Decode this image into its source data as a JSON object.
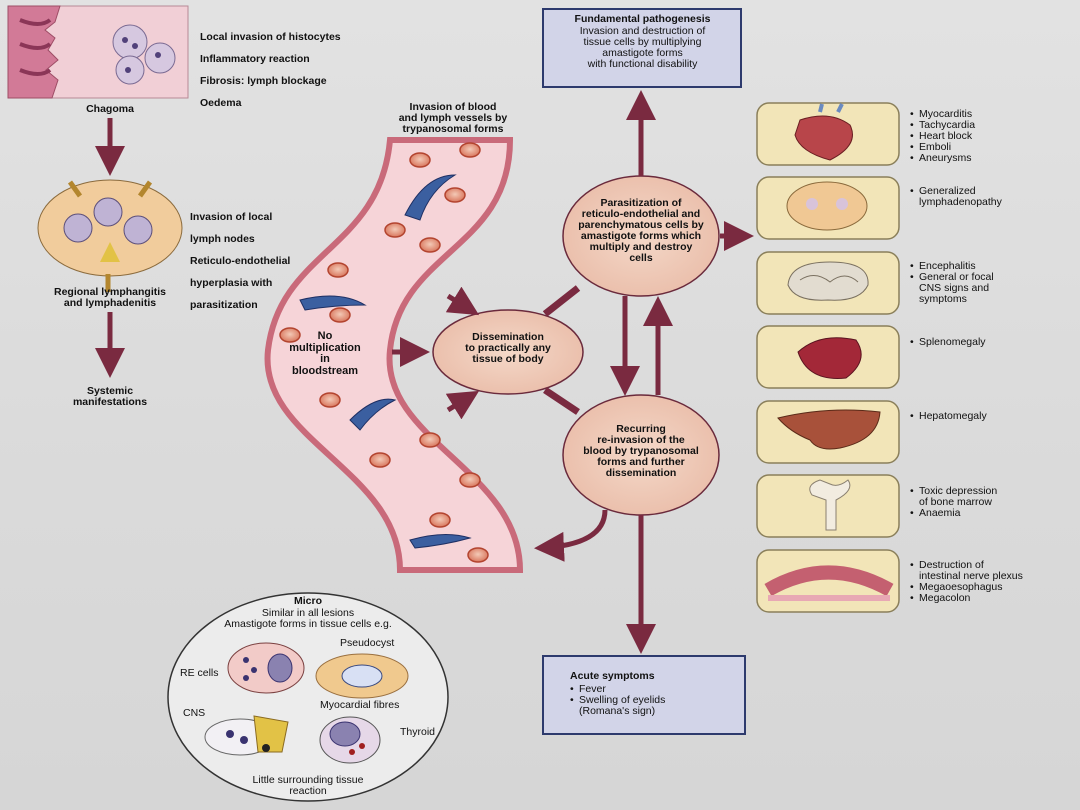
{
  "chagoma": {
    "caption": "Chagoma",
    "lines": [
      "Local invasion of histocytes",
      "Inflammatory reaction",
      "Fibrosis: lymph blockage",
      "Oedema"
    ]
  },
  "lymph_node": {
    "lines": [
      "Invasion of local",
      "lymph nodes",
      "Reticulo-endothelial",
      "hyperplasia with",
      "parasitization"
    ],
    "caption": "Regional lymphangitis\nand lymphadenitis"
  },
  "systemic": "Systemic\nmanifestations",
  "vessel": {
    "caption": "Invasion of blood\nand lymph vessels by\ntrypanosomal forms",
    "inner": "No\nmultiplication\nin\nbloodstream"
  },
  "fundamental": {
    "title": "Fundamental pathogenesis",
    "body": "Invasion and destruction of\ntissue cells by multiplying\namastigote forms\nwith functional disability"
  },
  "parasitization": "Parasitization of\nreticulo-endothelial and\nparenchymatous cells by\namastigote forms which\nmultiply and destroy\ncells",
  "dissemination": "Dissemination\nto practically any\ntissue of body",
  "recurring": "Recurring\nre-invasion of the\nblood by trypanosomal\nforms and further\ndissemination",
  "acute": {
    "title": "Acute symptoms",
    "items": [
      "Fever",
      "Swelling of eyelids\n(Romana's sign)"
    ]
  },
  "organs": [
    {
      "icon": "heart-icon",
      "items": [
        "Myocarditis",
        "Tachycardia",
        "Heart block",
        "Emboli",
        "Aneurysms"
      ]
    },
    {
      "icon": "lymph-node-icon",
      "items": [
        "Generalized\nlymphadenopathy"
      ]
    },
    {
      "icon": "brain-icon",
      "items": [
        "Encephalitis",
        "General or focal\nCNS signs and\nsymptoms"
      ]
    },
    {
      "icon": "spleen-icon",
      "items": [
        "Splenomegaly"
      ]
    },
    {
      "icon": "liver-icon",
      "items": [
        "Hepatomegaly"
      ]
    },
    {
      "icon": "bone-icon",
      "items": [
        "Toxic depression\nof bone marrow",
        "Anaemia"
      ]
    },
    {
      "icon": "intestine-icon",
      "items": [
        "Destruction of\nintestinal nerve plexus",
        "Megaoesophagus",
        "Megacolon"
      ]
    }
  ],
  "micro": {
    "title": "Micro",
    "intro": "Similar in all lesions\nAmastigote forms in tissue cells e.g.",
    "pseudocyst": "Pseudocyst",
    "re_cells": "RE cells",
    "myocardial": "Myocardial fibres",
    "cns": "CNS",
    "thyroid": "Thyroid",
    "footer": "Little surrounding tissue\nreaction"
  }
}
